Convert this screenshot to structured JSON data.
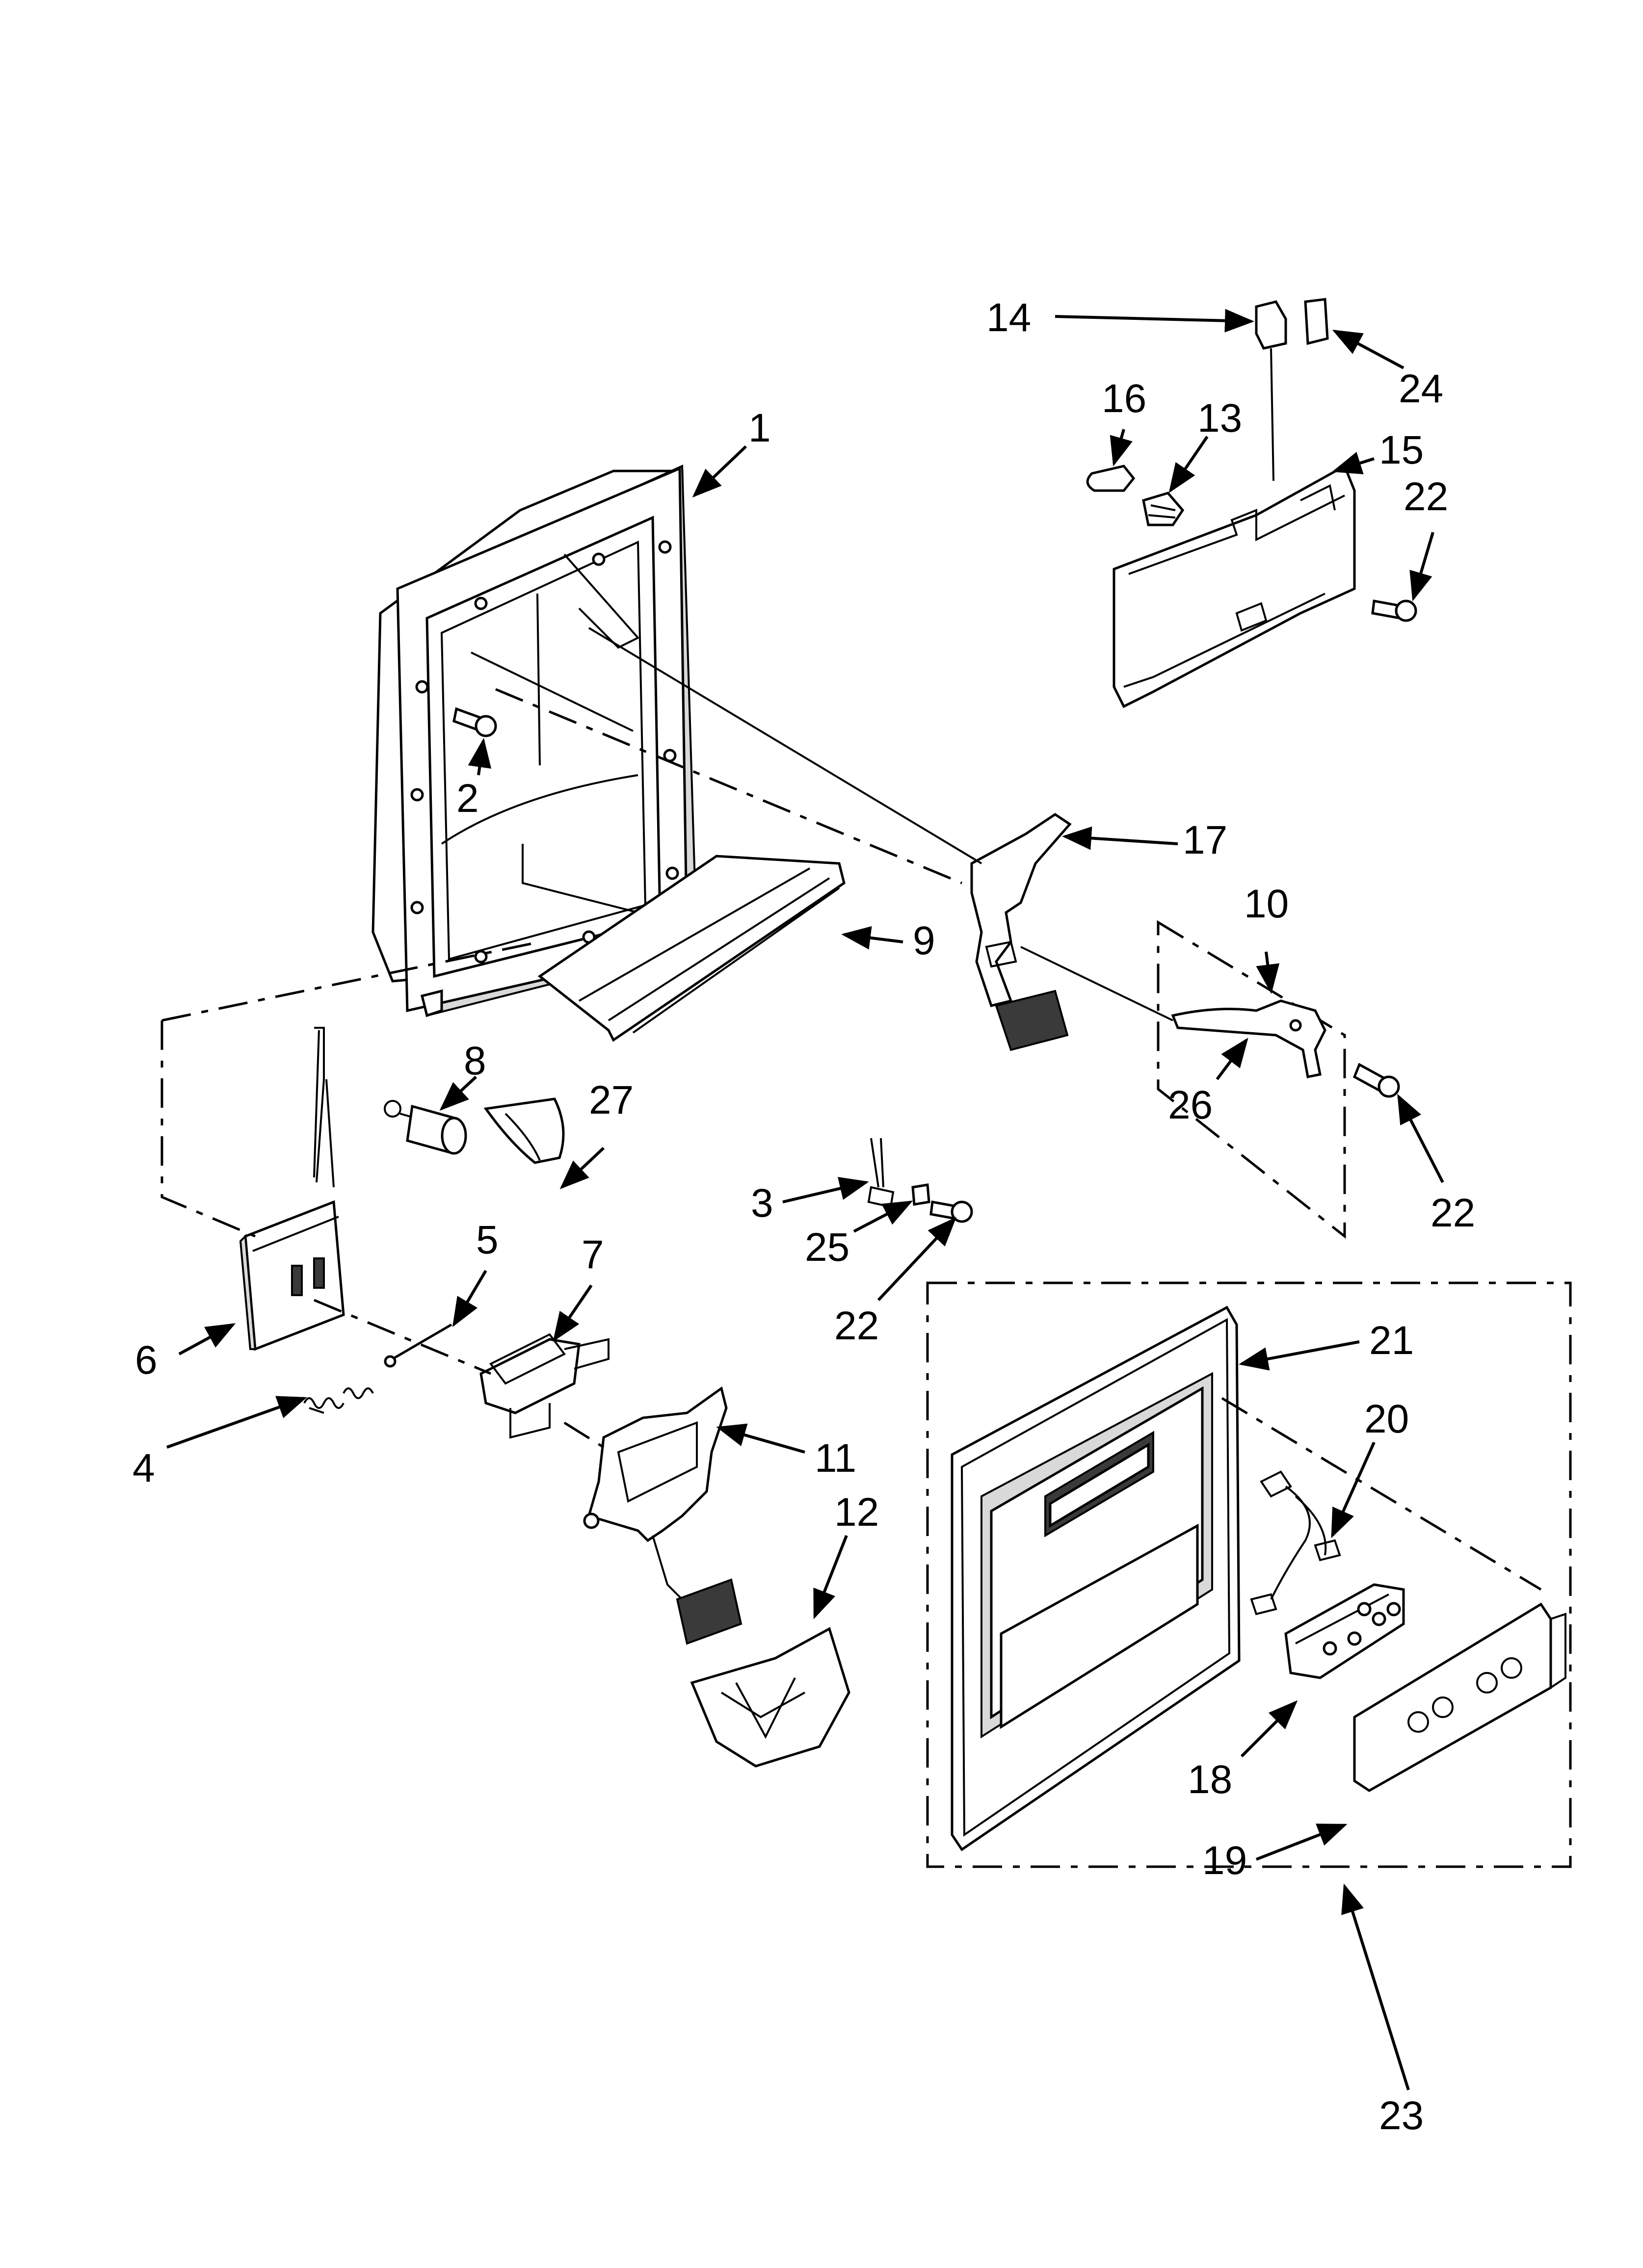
{
  "callouts": {
    "c1": "1",
    "c2": "2",
    "c3": "3",
    "c4": "4",
    "c5": "5",
    "c6": "6",
    "c7": "7",
    "c8": "8",
    "c9": "9",
    "c10": "10",
    "c11": "11",
    "c12": "12",
    "c13": "13",
    "c14": "14",
    "c15": "15",
    "c16": "16",
    "c17": "17",
    "c18": "18",
    "c19": "19",
    "c20": "20",
    "c21": "21",
    "c22a": "22",
    "c22b": "22",
    "c22c": "22",
    "c23": "23",
    "c24": "24",
    "c25": "25",
    "c26": "26",
    "c27": "27"
  },
  "colors": {
    "line": "#000000",
    "background": "#ffffff",
    "shade": "#d9d9d9"
  }
}
